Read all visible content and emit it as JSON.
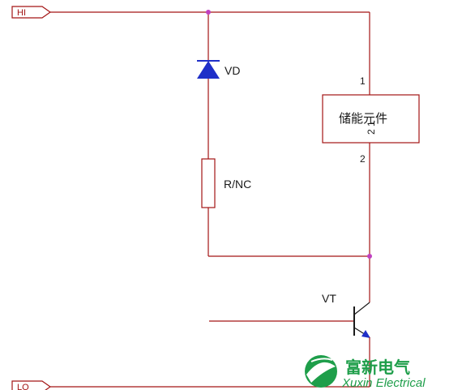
{
  "ports": {
    "hi": "HI",
    "lo": "LO"
  },
  "components": {
    "diode": {
      "label": "VD"
    },
    "resistor": {
      "label": "R/NC"
    },
    "storage": {
      "label": "储能元件",
      "pin_top": "1",
      "pin_bottom": "2",
      "inner_pins": "2 1"
    },
    "transistor": {
      "label": "VT"
    }
  },
  "logo": {
    "brand_cn": "富新电气",
    "brand_en": "Xuxin Electrical"
  },
  "colors": {
    "wire": "#a31515",
    "diode": "#1f2fc8",
    "junction": "#c040c0",
    "logo": "#1e9e4a",
    "arrow": "#1f2fc8"
  }
}
